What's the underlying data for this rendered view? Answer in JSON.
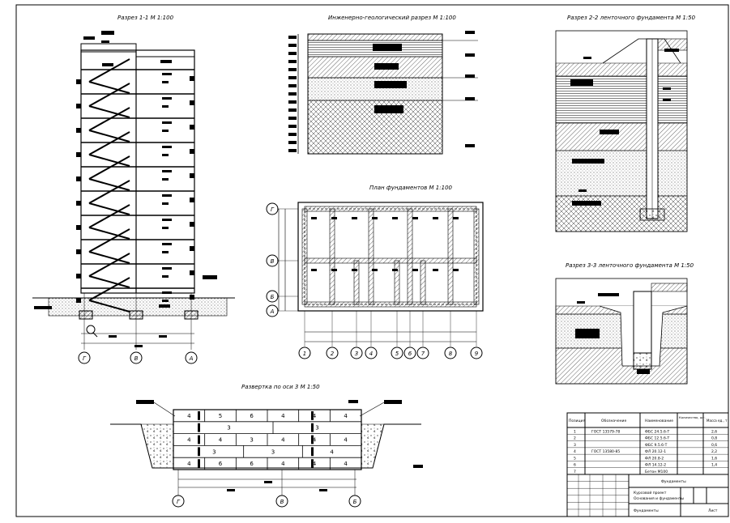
{
  "titles": {
    "section_1_1": "Разрез 1-1 М 1:100",
    "geology": "Инженерно-геологический разрез М 1:100",
    "section_2_2": "Разрез 2-2 ленточного фундамента М 1:50",
    "foundation_plan": "План фундаментов М 1:100",
    "section_3_3": "Разрез 3-3 ленточного фундамента М 1:50",
    "wall_layout": "Развертка по оси 3 М 1:50"
  },
  "section_axes": [
    "Г",
    "В",
    "А"
  ],
  "plan_axes": {
    "horizontal": [
      "1",
      "2",
      "3",
      "4",
      "5",
      "6",
      "7",
      "8",
      "9"
    ],
    "vertical": [
      "Г",
      "В",
      "Б",
      "А"
    ]
  },
  "wall_block_rows": [
    [
      "4",
      "5",
      "6",
      "4",
      "4",
      "4"
    ],
    [
      "3",
      "3"
    ],
    [
      "4",
      "4",
      "3",
      "4",
      "4",
      "4"
    ],
    [
      "3",
      "3",
      "4"
    ],
    [
      "4",
      "6",
      "6",
      "4",
      "4",
      "4"
    ]
  ],
  "wall_axes": [
    "Г",
    "В",
    "Б"
  ],
  "spec_table": {
    "headers": [
      "Позиция",
      "Обозначение",
      "Наименование",
      "Количество, шт.",
      "Масса ед., т"
    ],
    "rows": [
      {
        "pos": "1",
        "doc": "ГОСТ 13579-78",
        "name": "ФБС 24.5.6-Т",
        "qty": "",
        "mass": "2,6"
      },
      {
        "pos": "2",
        "doc": "",
        "name": "ФБС 12.5.6-Т",
        "qty": "",
        "mass": "0,8"
      },
      {
        "pos": "3",
        "doc": "",
        "name": "ФБС 9.5.6-Т",
        "qty": "",
        "mass": "0,6"
      },
      {
        "pos": "4",
        "doc": "ГОСТ 13580-85",
        "name": "ФЛ 20.12-1",
        "qty": "",
        "mass": "2,2"
      },
      {
        "pos": "5",
        "doc": "",
        "name": "ФЛ 20.8-2",
        "qty": "",
        "mass": "1,6"
      },
      {
        "pos": "6",
        "doc": "",
        "name": "ФЛ 14.12-2",
        "qty": "",
        "mass": "1,4"
      },
      {
        "pos": "7",
        "doc": "",
        "name": "Бетон М100",
        "qty": "",
        "mass": ""
      }
    ]
  },
  "stamp": {
    "label1": "Фундаменты",
    "label2": "Курсовой проект",
    "label3": "Основания и фундаменты",
    "sheet_label": "Лист"
  }
}
